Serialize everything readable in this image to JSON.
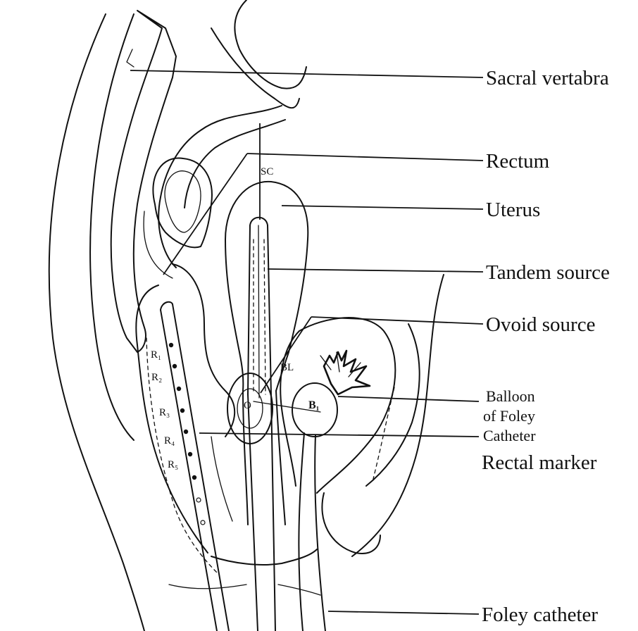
{
  "labels": {
    "sacral_vertebra": "Sacral vertabra",
    "rectum": "Rectum",
    "uterus": "Uterus",
    "tandem_source": "Tandem source",
    "ovoid_source": "Ovoid source",
    "balloon_line1": "Balloon",
    "balloon_line2": "of Foley",
    "balloon_line3": "Catheter",
    "rectal_marker": "Rectal marker",
    "foley_catheter": "Foley catheter"
  },
  "marks": {
    "sc": "SC",
    "r1": "R₁",
    "r2": "R₂",
    "r3": "R₃",
    "r4": "R₄",
    "r5": "R₅",
    "bl": "BL",
    "b1": "B₁",
    "o": "O"
  },
  "colors": {
    "ink": "#111111",
    "background": "#ffffff"
  }
}
